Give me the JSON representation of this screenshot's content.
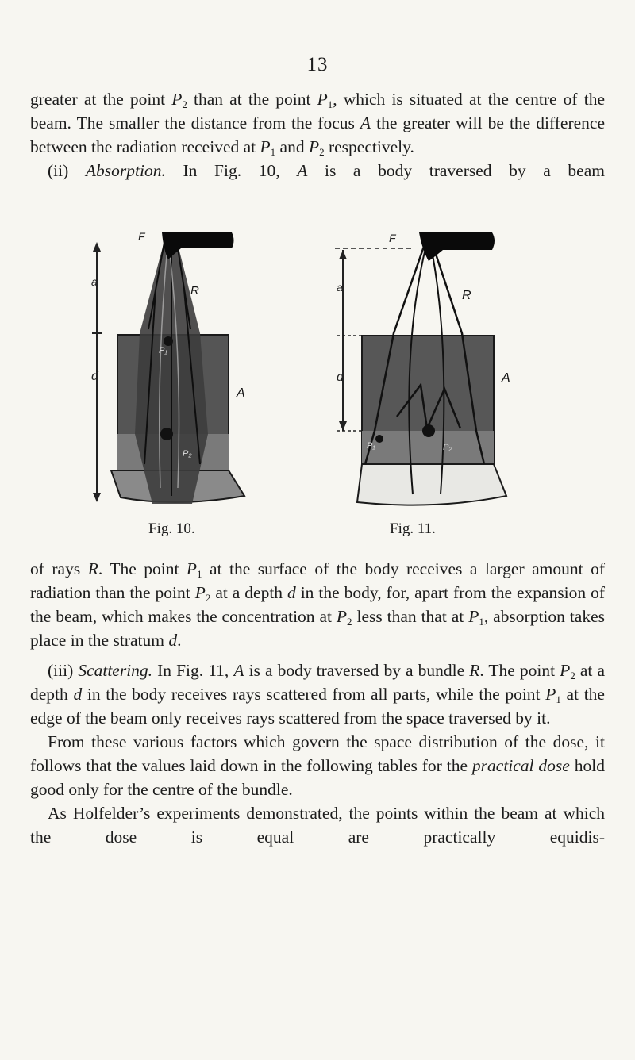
{
  "page": {
    "number": "13",
    "para1_line1_a": "greater at the point ",
    "para1_p2": "P",
    "sub2": "2",
    "sub1": "1",
    "para1_line1_b": " than at the point ",
    "para1_p1": "P",
    "para1_line1_c": ", which is situated at the centre of the beam. The smaller the distance from the focus ",
    "para1_A": "A",
    "para1_line2": " the greater will be the difference between the radiation received at ",
    "para1_and": " and ",
    "para1_end": " respectively.",
    "para2_num": "(ii) ",
    "para2_heading": "Absorption.",
    "para2_text": " In Fig. 10, ",
    "para2_A": "A",
    "para2_end": " is a body traversed by a beam",
    "para3_a": "of rays ",
    "para3_R": "R",
    "para3_b": ". The point ",
    "para3_c": " at the surface of the body receives a larger amount of radiation than the point ",
    "para3_d": " at a depth ",
    "para3_dvar": "d",
    "para3_e": " in the body, for, apart from the expansion of the beam, which makes the concentration at ",
    "para3_f": " less than that at ",
    "para3_g": ", absorption takes place in the stratum ",
    "para3_h": ".",
    "para4_num": "(iii) ",
    "para4_heading": "Scattering.",
    "para4_a": " In Fig. 11, ",
    "para4_A": "A",
    "para4_b": " is a body traversed by a bundle ",
    "para4_R": "R",
    "para4_c": ". The point ",
    "para4_d": " at a depth ",
    "para4_dvar": "d",
    "para4_e": " in the body receives rays scattered from all parts, while the point ",
    "para4_f": " at the edge of the beam only receives rays scattered from the space traversed by it.",
    "para5_a": "From these various factors which govern the space distribution of the dose, it follows that the values laid down in the following tables for the ",
    "para5_italic": "practical dose",
    "para5_b": " hold good only for the centre of the bundle.",
    "para6": "As Holfelder’s experiments demonstrated, the points within the beam at which the dose is equal are practically equidis-"
  },
  "figures": {
    "fig10_caption": "Fig. 10.",
    "fig11_caption": "Fig. 11.",
    "label_F": "F",
    "label_R": "R",
    "label_A": "A",
    "label_a": "a",
    "label_d": "d",
    "label_P1": "P₁",
    "label_P2": "P₂"
  }
}
